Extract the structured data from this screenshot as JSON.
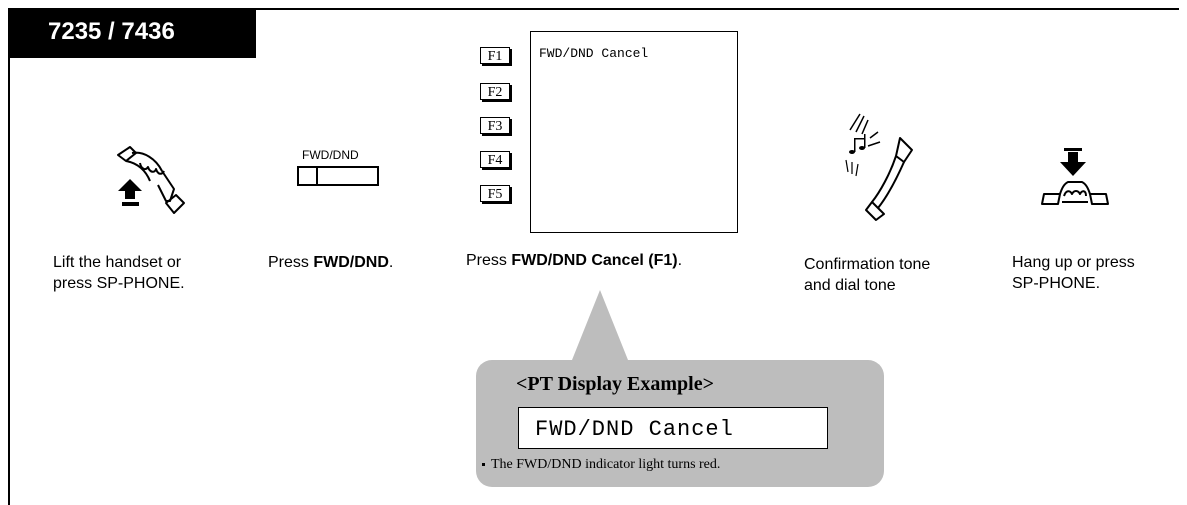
{
  "header": {
    "model": "7235 / 7436"
  },
  "steps": [
    {
      "line1": "Lift the handset or",
      "line2": "press SP-PHONE."
    },
    {
      "prefix": "Press ",
      "bold": "FWD/DND",
      "suffix": "."
    },
    {
      "prefix": "Press ",
      "bold": "FWD/DND Cancel (F1)",
      "suffix": "."
    },
    {
      "line1": "Confirmation tone",
      "line2": "and dial tone"
    },
    {
      "line1": "Hang up or press",
      "line2": "SP-PHONE."
    }
  ],
  "fwd_button": {
    "label": "FWD/DND"
  },
  "display_panel": {
    "function_keys": [
      "F1",
      "F2",
      "F3",
      "F4",
      "F5"
    ],
    "f1_text": "FWD/DND Cancel"
  },
  "callout": {
    "title": "<PT Display Example>",
    "display_text": "FWD/DND Cancel",
    "note": "The FWD/DND indicator light turns red."
  },
  "icons": [
    "handset-lift-icon",
    "fwd-dnd-button-icon",
    "tone-handset-icon",
    "hang-up-icon"
  ]
}
